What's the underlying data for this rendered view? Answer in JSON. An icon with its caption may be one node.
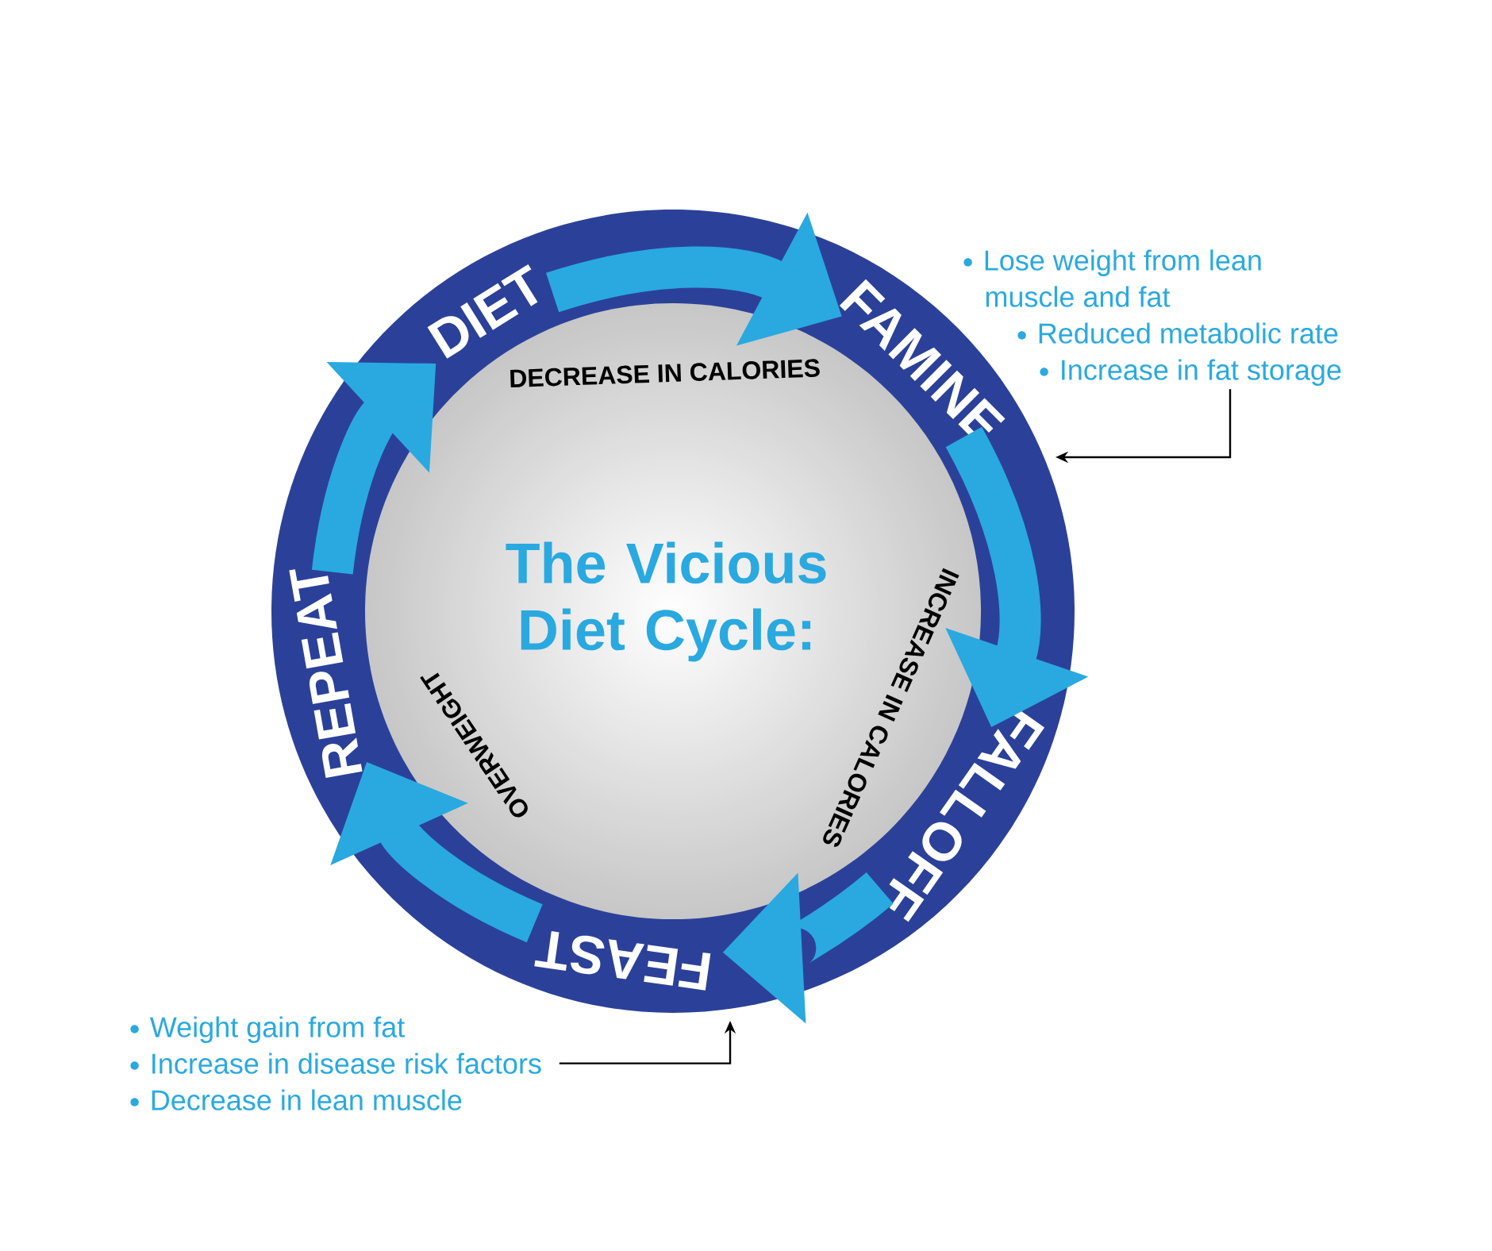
{
  "diagram": {
    "title": "The Vicious Diet Cycle:",
    "nodes": [
      {
        "text": [
          "DIET"
        ]
      },
      {
        "text": [
          "FAMINE"
        ]
      },
      {
        "text": [
          "FALLOFF"
        ]
      },
      {
        "text": [
          "FEAST"
        ]
      },
      {
        "text": [
          "REPEAT"
        ]
      },
      {
        "text": [
          "Lose weight from lean muscle and fat",
          "Reduced metabolic rate",
          "Increase in fat storage"
        ]
      },
      {
        "text": [
          "Weight gain from fat",
          "Increase in disease risk factors",
          "Decrease in lean muscle"
        ]
      }
    ],
    "edges": [
      {
        "from": 0,
        "to": 1,
        "arrow": "to"
      },
      {
        "from": 1,
        "to": 2,
        "arrow": "to"
      },
      {
        "from": 2,
        "to": 3,
        "arrow": "to"
      },
      {
        "from": 3,
        "to": 4,
        "arrow": "to"
      },
      {
        "from": 4,
        "to": 0,
        "arrow": "to"
      },
      {
        "from": 5,
        "to": null,
        "arrow": "to",
        "color": "#000000"
      },
      {
        "from": 6,
        "to": null,
        "arrow": "to",
        "color": "#000000"
      }
    ],
    "labels": [
      "DECREASE IN CALORIES",
      "INCREASE IN CALORIES",
      "OVERWEIGHT"
    ]
  }
}
